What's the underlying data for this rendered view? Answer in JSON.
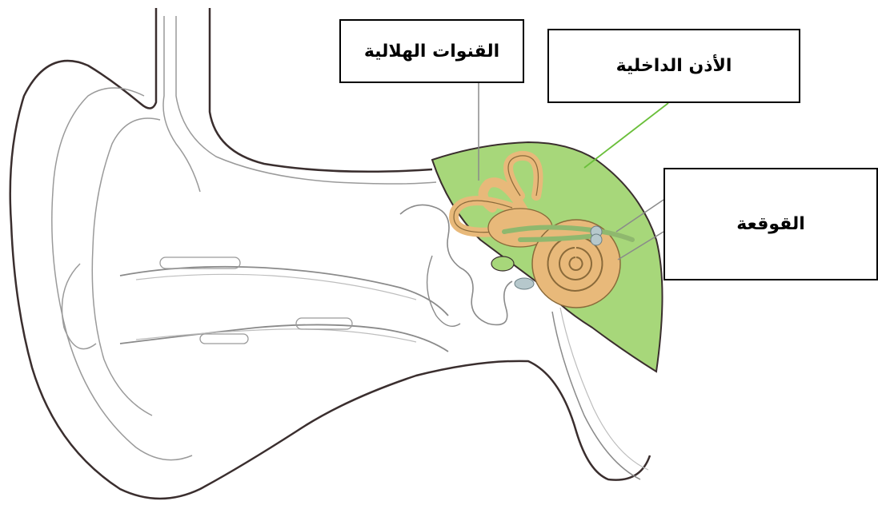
{
  "labels": {
    "semicircular_canals": "القنوات الهلالية",
    "inner_ear": "الأذن الداخلية",
    "cochlea": "القوقعة"
  },
  "colors": {
    "inner_ear_region": "#a7d77a",
    "cochlea_fill": "#e8b97a",
    "nerve": "#8fb86e",
    "outline": "#3a2e2e"
  }
}
